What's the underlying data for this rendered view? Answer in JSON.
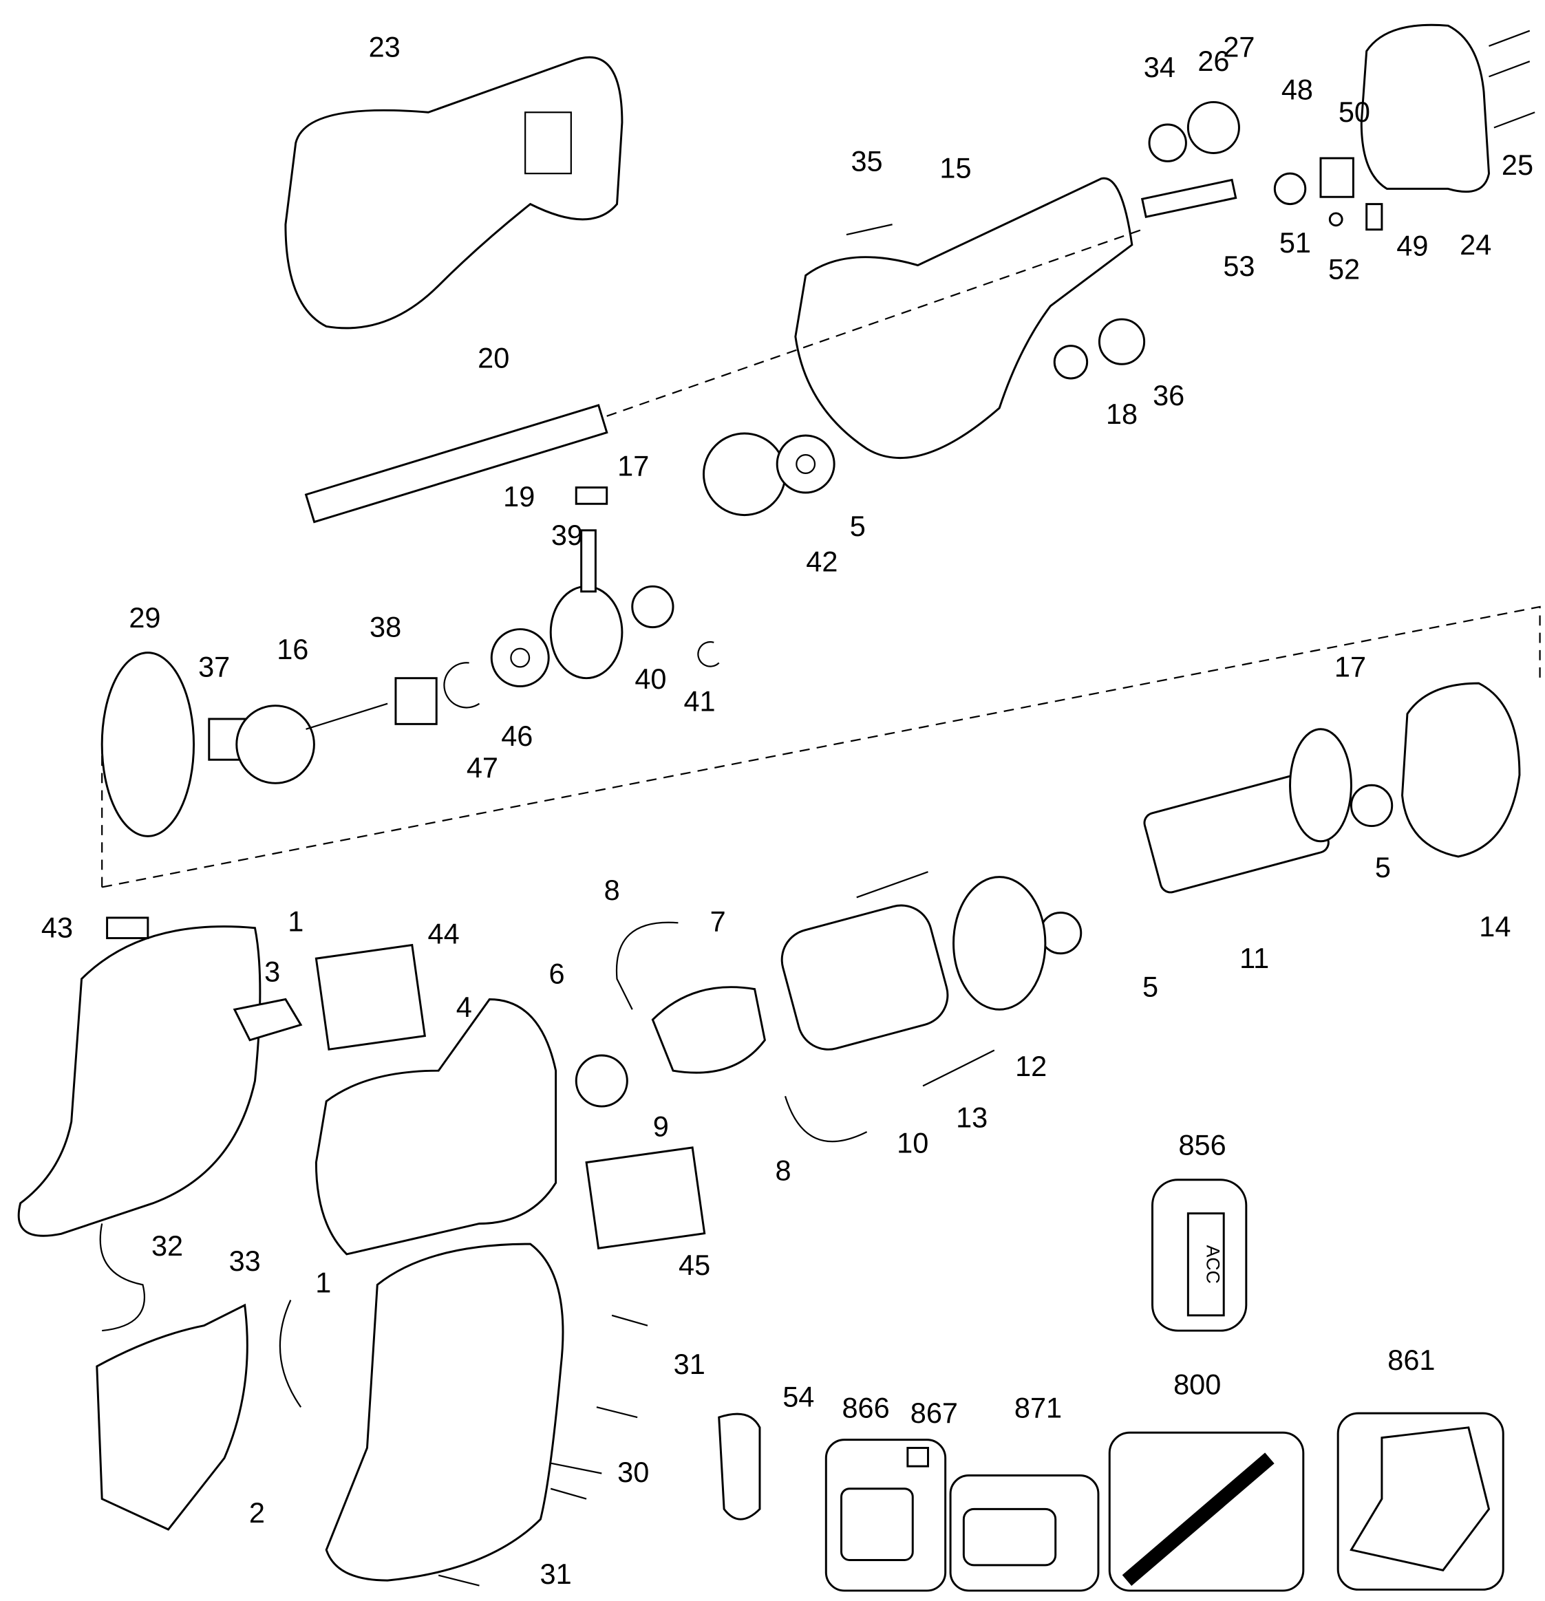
{
  "diagram": {
    "type": "exploded parts diagram",
    "part_labels": [
      "23",
      "34",
      "26",
      "27",
      "48",
      "50",
      "25",
      "35",
      "15",
      "51",
      "52",
      "49",
      "24",
      "53",
      "20",
      "36",
      "18",
      "17",
      "19",
      "5",
      "42",
      "39",
      "29",
      "38",
      "16",
      "37",
      "40",
      "41",
      "46",
      "47",
      "17",
      "5",
      "14",
      "8",
      "7",
      "43",
      "1",
      "44",
      "11",
      "6",
      "3",
      "4",
      "5",
      "12",
      "9",
      "13",
      "10",
      "8",
      "856",
      "32",
      "45",
      "33",
      "1",
      "31",
      "54",
      "861",
      "866",
      "867",
      "871",
      "800",
      "2",
      "30",
      "31"
    ],
    "accessory_kit_text": "ACC"
  }
}
